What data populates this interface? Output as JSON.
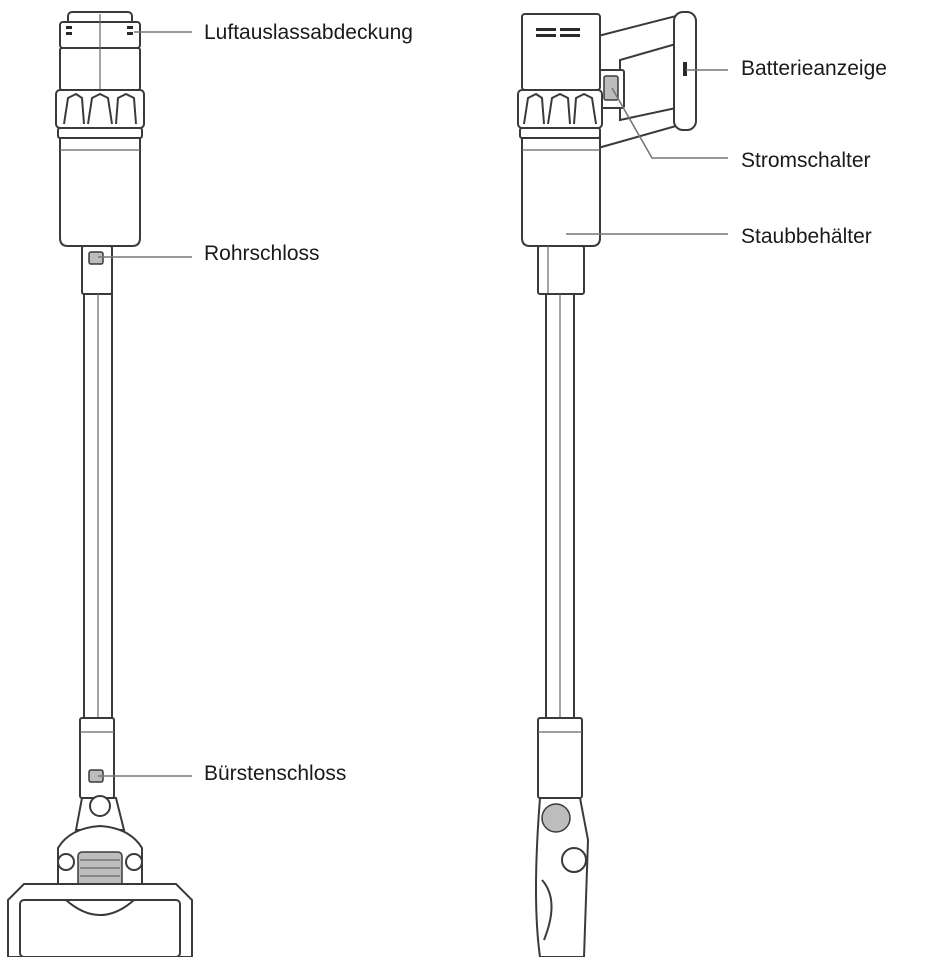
{
  "labels": {
    "exhaust_cover": "Luftauslassabdeckung",
    "battery_indicator": "Batterieanzeige",
    "power_switch": "Stromschalter",
    "dust_container": "Staubbehälter",
    "tube_lock": "Rohrschloss",
    "brush_lock": "Bürstenschloss"
  }
}
